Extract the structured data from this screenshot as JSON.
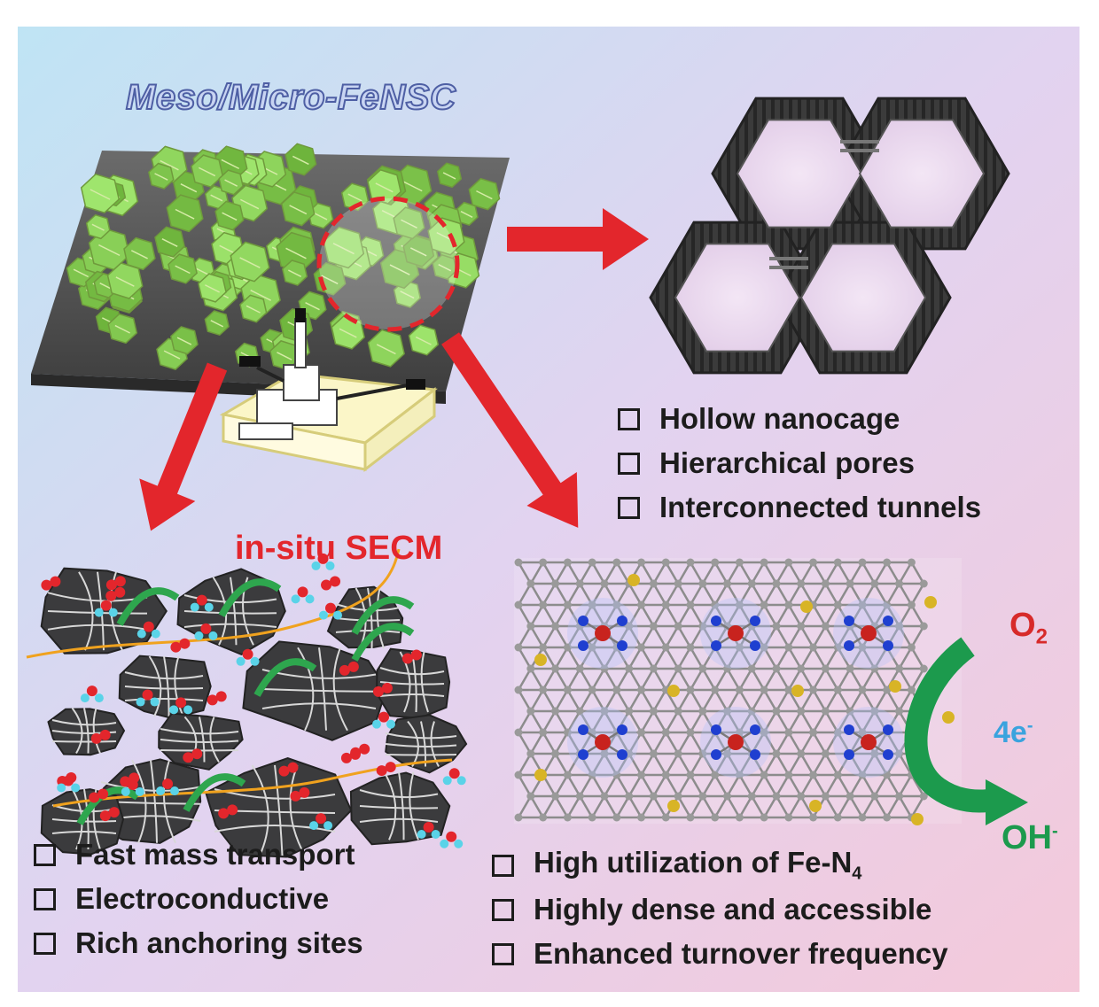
{
  "title": "Meso/Micro-FeNSC",
  "secm_label": "in-situ SECM",
  "list_top_right": [
    "Hollow nanocage",
    "Hierarchical pores",
    "Interconnected tunnels"
  ],
  "list_bottom_left": [
    "Fast mass transport",
    "Electroconductive",
    "Rich anchoring sites"
  ],
  "list_bottom_right": {
    "item1_prefix": "High utilization of Fe-N",
    "item1_sub": "4",
    "item2": "Highly dense and accessible",
    "item3": "Enhanced turnover frequency"
  },
  "reaction": {
    "o2": "O",
    "o2_sub": "2",
    "electrons": "4e",
    "electrons_sup": "-",
    "oh": "OH",
    "oh_sup": "-"
  },
  "colors": {
    "arrow": "#e3262c",
    "title_fill": "#c8d4f2",
    "title_stroke": "#4e5fa4",
    "particle": "#94c05e",
    "cage": "#3a3a3a",
    "carbon": "#9a9a9a",
    "nitrogen": "#1f3fd0",
    "iron": "#c8231e",
    "sulfur": "#d8b426",
    "transport": "#f0a21e",
    "reaction_arrow": "#1c9a4d"
  },
  "icons": [
    "red-arrow-icon",
    "secm-instrument-icon",
    "checkbox-icon",
    "green-curved-arrow-icon"
  ]
}
